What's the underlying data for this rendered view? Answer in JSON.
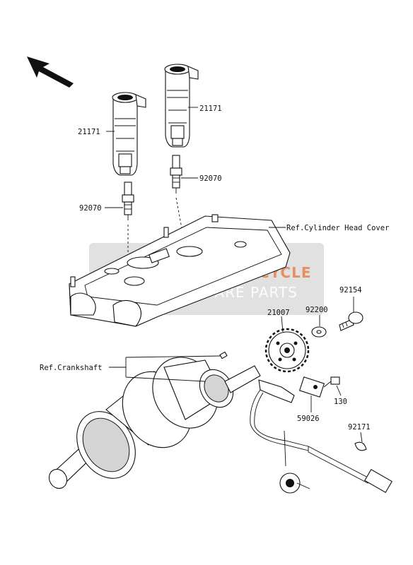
{
  "watermark": {
    "title": "MOTORCYCLE",
    "subtitle": "SPARE PARTS",
    "bg_color": "#c8c8c8",
    "accent_color": "#e8743a"
  },
  "labels": {
    "coil_left": "21171",
    "coil_right": "21171",
    "plug_left": "92070",
    "plug_right": "92070",
    "ref_head_cover": "Ref.Cylinder Head Cover",
    "bolt": "92154",
    "washer": "92200",
    "rotor": "21007",
    "ref_crankshaft": "Ref.Crankshaft",
    "screw": "130",
    "sensor": "59026",
    "clamp": "92171"
  }
}
